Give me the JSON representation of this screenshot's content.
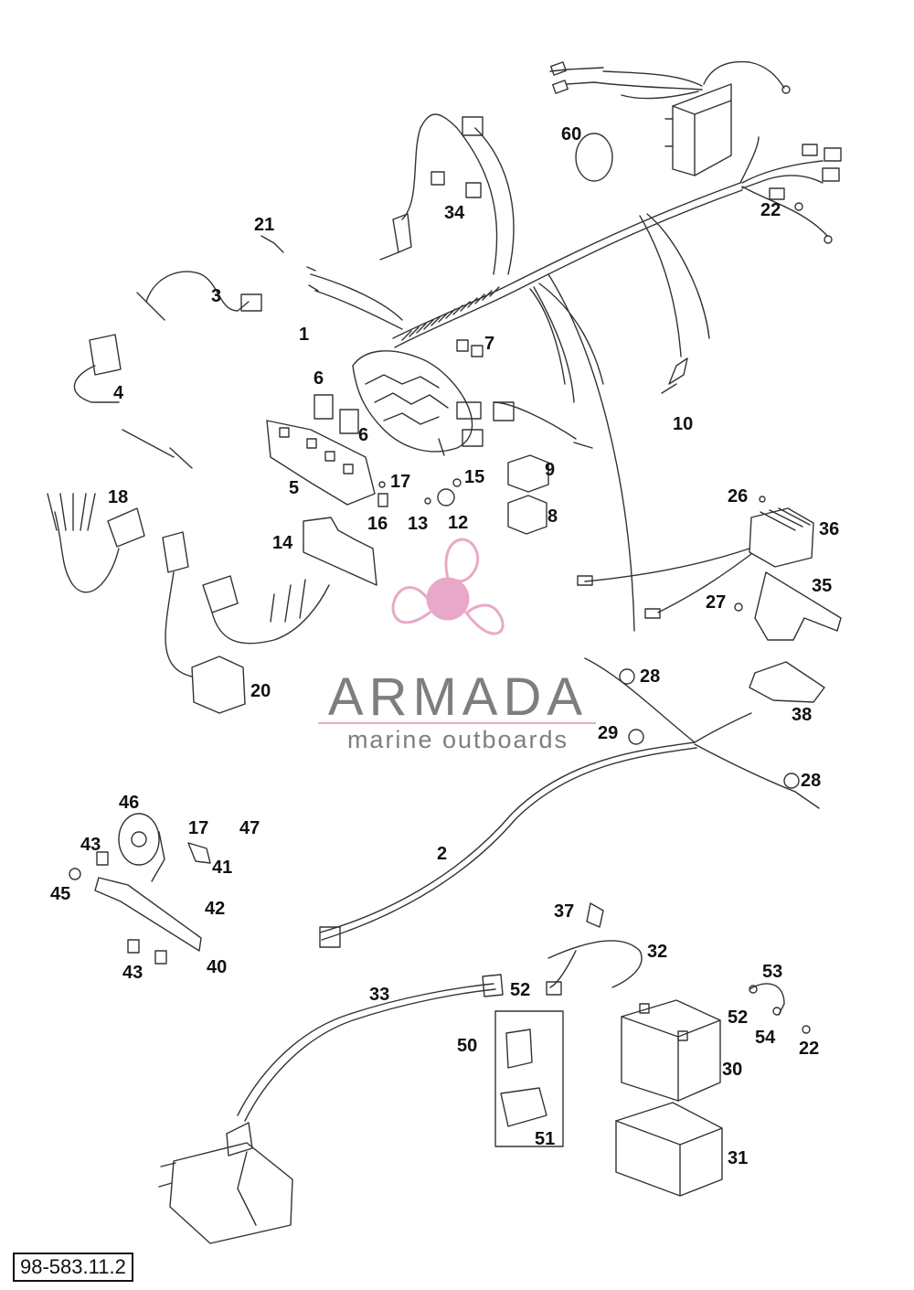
{
  "labels": [
    "1",
    "2",
    "3",
    "4",
    "5",
    "6",
    "6",
    "7",
    "8",
    "9",
    "10",
    "12",
    "13",
    "14",
    "15",
    "16",
    "17",
    "17",
    "18",
    "20",
    "21",
    "22",
    "22",
    "26",
    "27",
    "28",
    "28",
    "29",
    "30",
    "31",
    "32",
    "33",
    "34",
    "35",
    "36",
    "37",
    "38",
    "40",
    "41",
    "42",
    "43",
    "43",
    "45",
    "46",
    "47",
    "50",
    "51",
    "52",
    "52",
    "53",
    "54",
    "60"
  ],
  "watermark": {
    "brand": "ARMADA",
    "tagline": "marine outboards"
  },
  "reference": "98-583.11.2",
  "colors": {
    "line": "#333333",
    "label": "#111111",
    "watermark_pink": "#e8a9c8",
    "watermark_grey": "#7e7e7e"
  }
}
